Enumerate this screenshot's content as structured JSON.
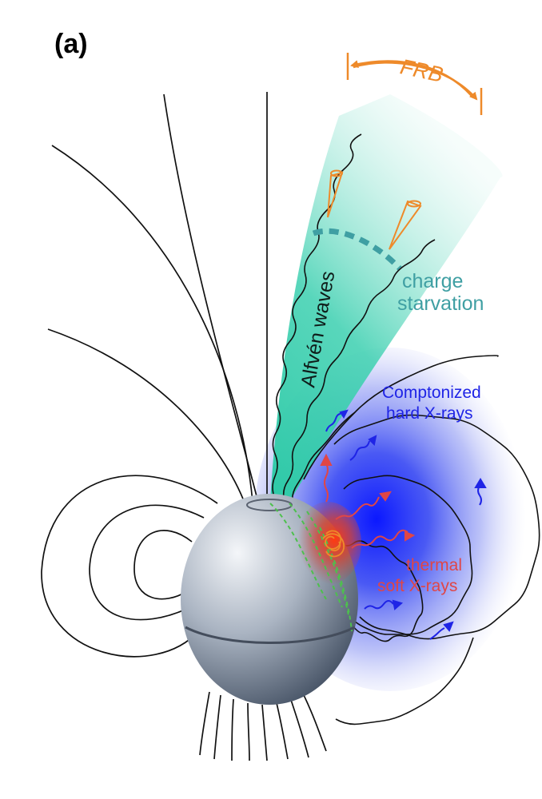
{
  "panel_label": "(a)",
  "labels": {
    "frb": "FRB",
    "alfven": "Alfvén waves",
    "charge_line1": "charge",
    "charge_line2": "starvation",
    "compton_line1": "Comptonized",
    "compton_line2": "hard X-rays",
    "thermal_line1": "thermal",
    "thermal_line2": "soft X-rays"
  },
  "colors": {
    "frb": "#ee8a2a",
    "charge": "#3f9fa3",
    "alfven_beam": "#2cc9a6",
    "compton": "#1f24e6",
    "thermal": "#e04646",
    "hotspot": "#e8452c",
    "rings": "#4dc04d",
    "field_lines": "#111111",
    "star": "#8d9aaa"
  }
}
